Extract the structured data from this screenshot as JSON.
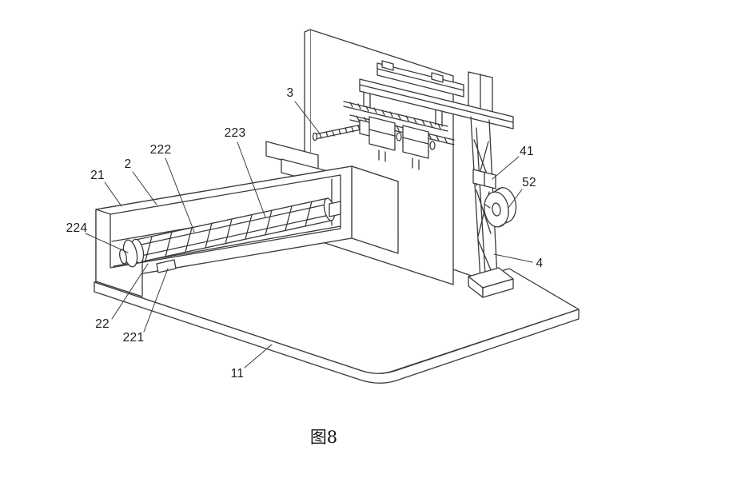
{
  "figure": {
    "caption": "图8",
    "line_color": "#3a3a3a",
    "background": "#ffffff"
  },
  "ref_labels": {
    "part3": "3",
    "part41": "41",
    "part52": "52",
    "part4": "4",
    "part21": "21",
    "part2": "2",
    "part222": "222",
    "part223": "223",
    "part224": "224",
    "part22": "22",
    "part221": "221",
    "part11": "11"
  }
}
